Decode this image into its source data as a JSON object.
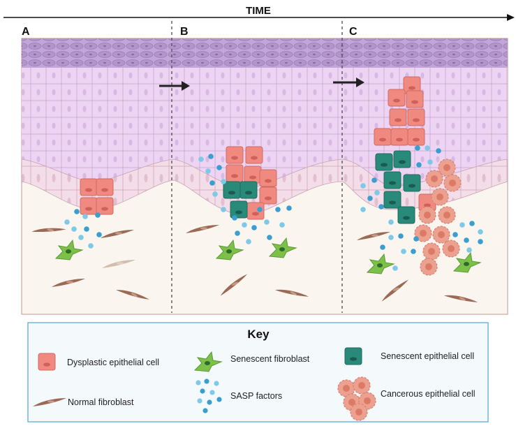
{
  "time_label": "TIME",
  "panels": [
    "A",
    "B",
    "C"
  ],
  "key": {
    "title": "Key",
    "items": [
      {
        "label": "Dysplastic epithelial cell",
        "icon": "dysplastic-cell-icon",
        "color": "#f08a80"
      },
      {
        "label": "Senescent fibroblast",
        "icon": "senescent-fibroblast-icon",
        "color": "#7cc04a"
      },
      {
        "label": "Senescent epithelial cell",
        "icon": "senescent-cell-icon",
        "color": "#2a8a7a"
      },
      {
        "label": "Normal fibroblast",
        "icon": "normal-fibroblast-icon",
        "color": "#a0705c"
      },
      {
        "label": "SASP factors",
        "icon": "sasp-icon",
        "color": "#3a9ed0"
      },
      {
        "label": "Cancerous epithelial cell",
        "icon": "cancerous-cell-icon",
        "color": "#e8a090"
      }
    ]
  },
  "colors": {
    "top_layer": "#b89ad0",
    "epithelium": "#ecd4f0",
    "basal": "#f3dfe8",
    "stroma": "#fbf5ef",
    "border": "#c8a8a0",
    "key_border": "#6ab0d8",
    "key_bg": "#f4f9fc"
  }
}
